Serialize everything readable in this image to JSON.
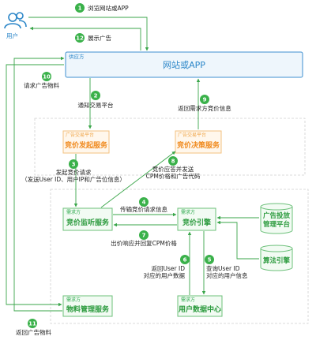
{
  "user": {
    "label": "用户"
  },
  "app": {
    "tag": "供应方",
    "title": "网站或APP"
  },
  "exchange": {
    "left": {
      "tag": "广告交易平台",
      "title": "竞价发起服务"
    },
    "right": {
      "tag": "广告交易平台",
      "title": "竞价决策服务"
    }
  },
  "demand": {
    "monitor": {
      "tag": "需求方",
      "title": "竞价监听服务"
    },
    "engine": {
      "tag": "需求方",
      "title": "竞价引擎"
    },
    "material": {
      "tag": "需求方",
      "title": "物料管理服务"
    },
    "datacenter": {
      "tag": "需求方",
      "title": "用户数据中心"
    }
  },
  "side": {
    "platform": {
      "line1": "广告投放",
      "line2": "管理平台"
    },
    "algo": {
      "title": "算法引擎"
    }
  },
  "steps": [
    {
      "n": "1",
      "line1": "浏览网站或APP",
      "line2": ""
    },
    {
      "n": "2",
      "line1": "通知交易平台",
      "line2": ""
    },
    {
      "n": "3",
      "line1": "发起竞价请求",
      "line2": "（发送User ID、用户IP和广告位信息）"
    },
    {
      "n": "4",
      "line1": "传输竞价请求信息",
      "line2": ""
    },
    {
      "n": "5",
      "line1": "查询User ID",
      "line2": "对应的用户信息"
    },
    {
      "n": "6",
      "line1": "返回User ID",
      "line2": "对应的用户数据"
    },
    {
      "n": "7",
      "line1": "出价响应并回复CPM价格",
      "line2": ""
    },
    {
      "n": "8",
      "line1": "竞价应答并发送",
      "line2": "CPM价格和广告代码"
    },
    {
      "n": "9",
      "line1": "返回需求方竞价信息",
      "line2": ""
    },
    {
      "n": "10",
      "line1": "请求广告物料",
      "line2": ""
    },
    {
      "n": "11",
      "line1": "返回广告物料",
      "line2": ""
    },
    {
      "n": "12",
      "line1": "展示广告",
      "line2": ""
    }
  ]
}
